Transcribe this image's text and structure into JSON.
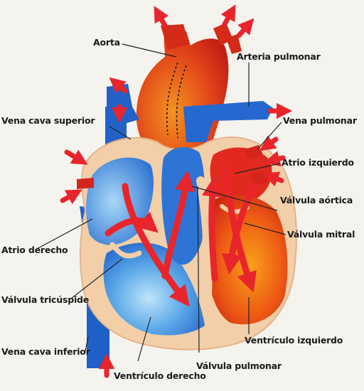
{
  "diagram": {
    "labels": {
      "aorta": "Aorta",
      "arteria_pulmonar": "Arteria pulmonar",
      "vena_cava_superior": "Vena cava superior",
      "vena_pulmonar": "Vena pulmonar",
      "atrio_izquierdo": "Atrio izquierdo",
      "valvula_aortica": "Válvula aórtica",
      "valvula_mitral": "Válvula mitral",
      "atrio_derecho": "Atrio derecho",
      "valvula_tricuspide": "Válvula tricúspide",
      "ventriculo_izquierdo": "Ventrículo izquierdo",
      "vena_cava_inferior": "Vena cava inferior",
      "valvula_pulmonar": "Válvula pulmonar",
      "ventriculo_derecho": "Ventrículo derecho"
    },
    "colors": {
      "oxygenated": "#e0261c",
      "deoxygenated": "#1f5fc8",
      "arrow": "#e8252b",
      "wall": "#f2cfa8",
      "leader_line": "#222222",
      "background": "#f4f3ee"
    }
  }
}
